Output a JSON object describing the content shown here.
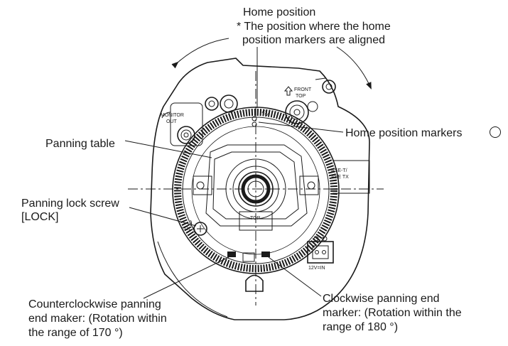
{
  "labels": {
    "home_position": "Home position",
    "home_note_1": "* The position where the home",
    "home_note_2": "position markers are aligned",
    "home_markers": "Home position markers",
    "panning_table": "Panning table",
    "lock_screw_1": "Panning lock screw",
    "lock_screw_2": "[LOCK]",
    "ccw_1": "Counterclockwise panning",
    "ccw_2": "end maker: (Rotation within",
    "ccw_3": "the range of 170 °)",
    "cw_1": "Clockwise panning end",
    "cw_2": "marker: (Rotation within the",
    "cw_3": "range of 180 °)"
  },
  "device_text": {
    "monitor": "MONITOR",
    "out": "OUT",
    "front": "FRONT",
    "top": "TOP",
    "lens_top": "TOP",
    "lock": "LOCK",
    "base_t": "ASE-T/",
    "base_tx": "ASE TX",
    "power": "12V=IN"
  },
  "icons": {
    "home_marker_symbol": "circle-icon"
  }
}
